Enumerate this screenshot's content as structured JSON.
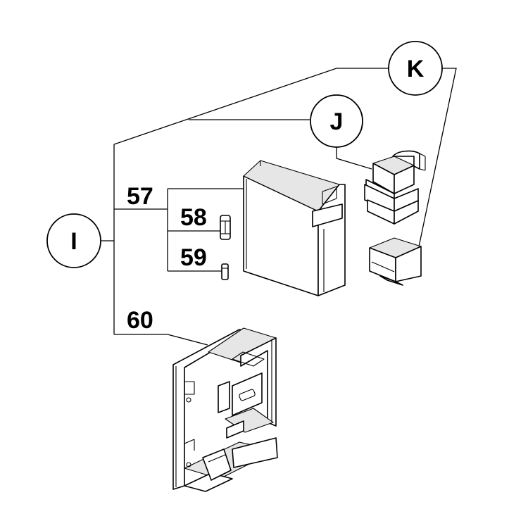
{
  "callouts": {
    "group_i": "I",
    "group_j": "J",
    "group_k": "K"
  },
  "parts": {
    "p57": "57",
    "p58": "58",
    "p59": "59",
    "p60": "60"
  }
}
